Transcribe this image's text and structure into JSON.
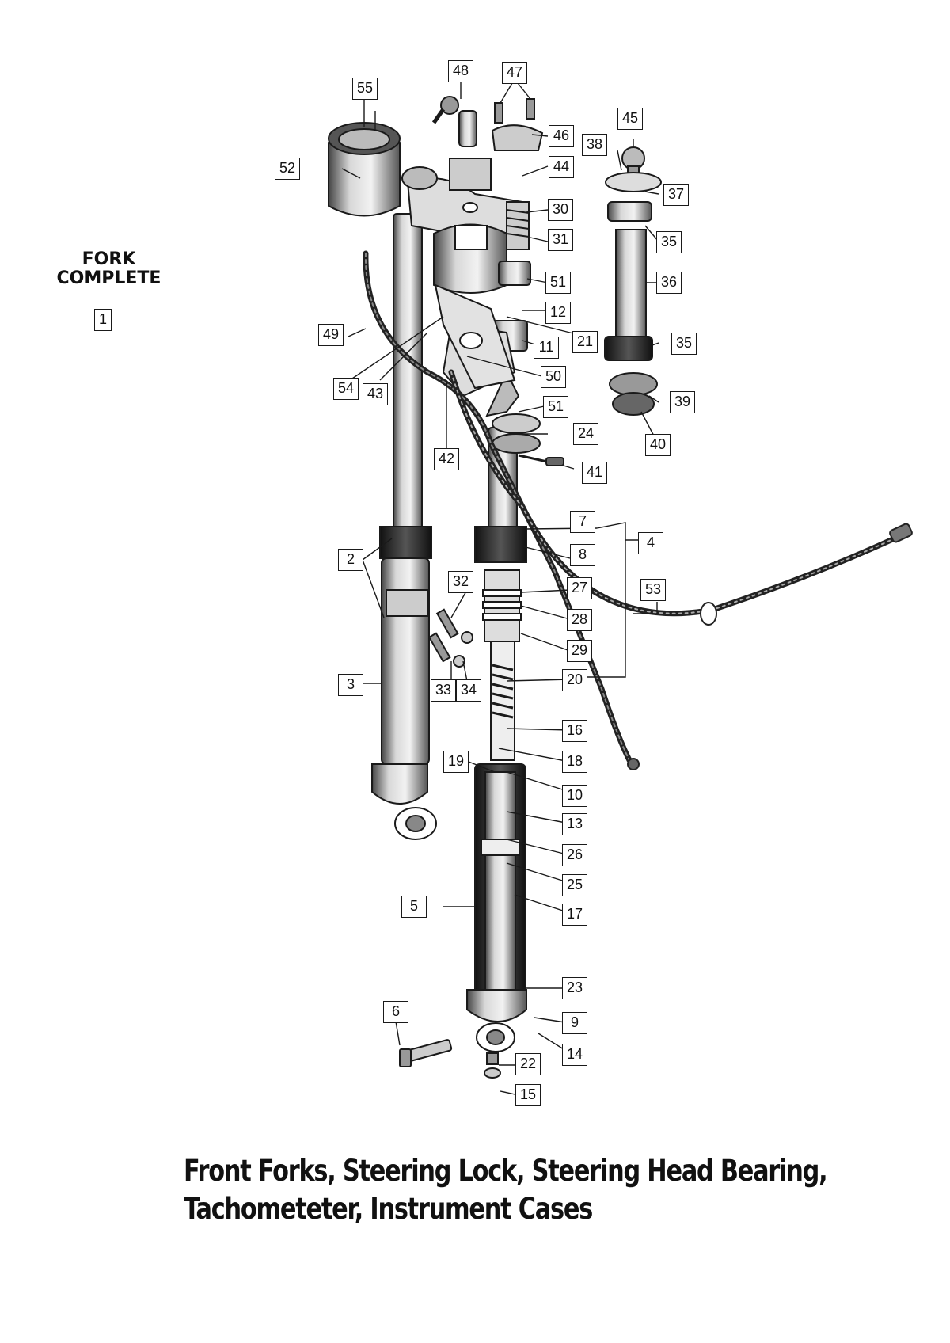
{
  "heading": {
    "line1": "FORK",
    "line2": "COMPLETE",
    "part": "1"
  },
  "caption": {
    "line1": "Front Forks, Steering Lock, Steering Head Bearing,",
    "line2": "Tachometeter, Instrument  Cases"
  },
  "callouts": [
    "2",
    "3",
    "4",
    "5",
    "6",
    "7",
    "8",
    "9",
    "10",
    "11",
    "12",
    "13",
    "14",
    "15",
    "16",
    "17",
    "18",
    "19",
    "20",
    "21",
    "22",
    "23",
    "24",
    "25",
    "26",
    "27",
    "28",
    "29",
    "30",
    "31",
    "32",
    "33",
    "34",
    "35",
    "35",
    "36",
    "37",
    "38",
    "39",
    "40",
    "41",
    "42",
    "43",
    "44",
    "45",
    "46",
    "47",
    "48",
    "49",
    "50",
    "51",
    "51",
    "52",
    "53",
    "54",
    "55"
  ],
  "colors": {
    "ink": "#1a1a1a",
    "paper": "#ffffff",
    "shade": "#2b2b2b"
  }
}
